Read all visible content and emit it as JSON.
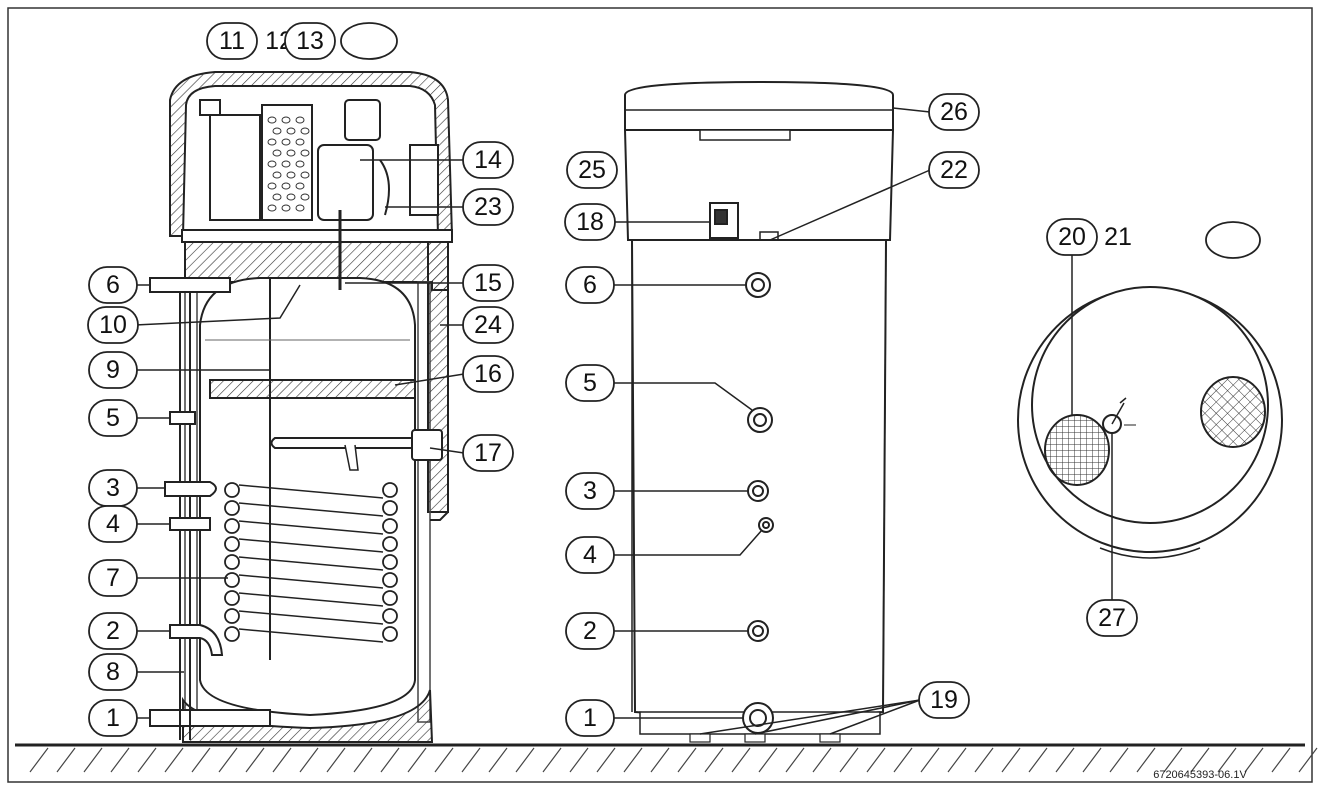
{
  "diagram": {
    "figure_code": "6720645393-06.1V",
    "labels": {
      "l11": "11",
      "l12": "12",
      "l13": "13",
      "l14": "14",
      "l23": "23",
      "l15": "15",
      "l24": "24",
      "l16": "16",
      "l17": "17",
      "l6a": "6",
      "l10": "10",
      "l9": "9",
      "l5a": "5",
      "l3a": "3",
      "l4a": "4",
      "l7": "7",
      "l2a": "2",
      "l8": "8",
      "l1a": "1",
      "l26": "26",
      "l25": "25",
      "l22": "22",
      "l18": "18",
      "l6b": "6",
      "l5b": "5",
      "l3b": "3",
      "l4b": "4",
      "l2b": "2",
      "l1b": "1",
      "l19": "19",
      "l20": "20",
      "l21": "21",
      "l27": "27"
    }
  }
}
